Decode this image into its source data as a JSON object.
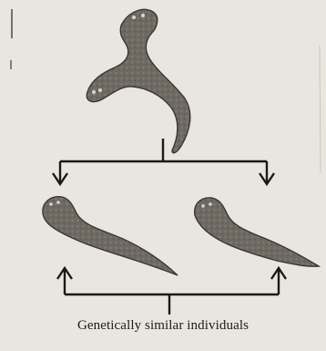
{
  "caption": "Genetically similar individuals",
  "colors": {
    "background": "#e9e6df",
    "worm_body": "#6e6a63",
    "worm_outline": "#3a3733",
    "arrows": "#1b1917"
  },
  "parts": {
    "parent": "planarian-splitting",
    "offspring": [
      "planarian-left",
      "planarian-right"
    ]
  }
}
